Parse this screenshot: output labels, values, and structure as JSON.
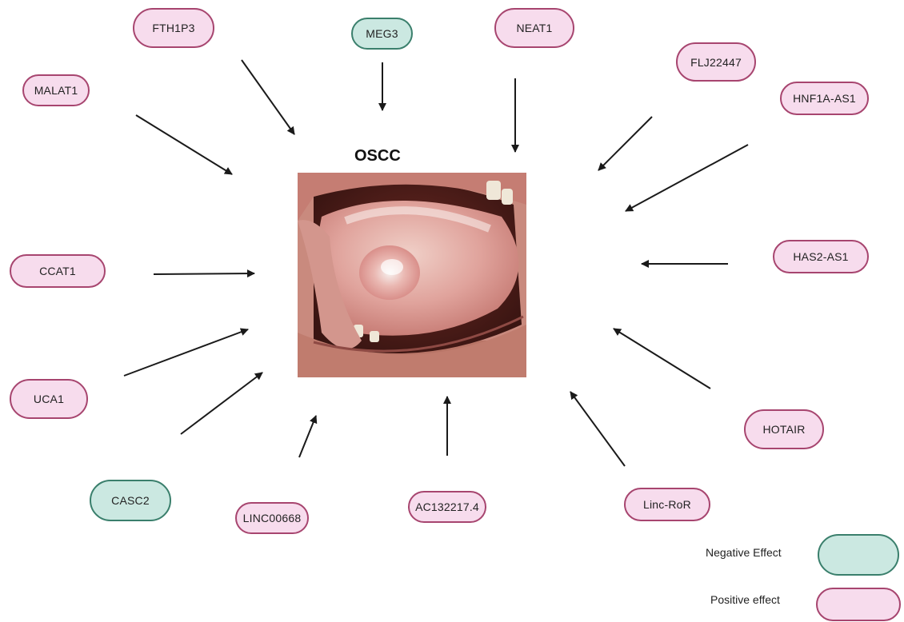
{
  "title": "OSCC",
  "effect_colors": {
    "negative": "#cbe8e1",
    "positive": "#f7dced"
  },
  "nodes": [
    {
      "id": "fth1p3",
      "label": "FTH1P3",
      "effect": "positive"
    },
    {
      "id": "meg3",
      "label": "MEG3",
      "effect": "negative"
    },
    {
      "id": "neat1",
      "label": "NEAT1",
      "effect": "positive"
    },
    {
      "id": "flj22447",
      "label": "FLJ22447",
      "effect": "positive"
    },
    {
      "id": "hnf1a-as1",
      "label": "HNF1A-AS1",
      "effect": "positive"
    },
    {
      "id": "malat1",
      "label": "MALAT1",
      "effect": "positive"
    },
    {
      "id": "has2-as1",
      "label": "HAS2-AS1",
      "effect": "positive"
    },
    {
      "id": "ccat1",
      "label": "CCAT1",
      "effect": "positive"
    },
    {
      "id": "uca1",
      "label": "UCA1",
      "effect": "positive"
    },
    {
      "id": "hotair",
      "label": "HOTAIR",
      "effect": "positive"
    },
    {
      "id": "casc2",
      "label": "CASC2",
      "effect": "negative"
    },
    {
      "id": "linc00668",
      "label": "LINC00668",
      "effect": "positive"
    },
    {
      "id": "ac132217-4",
      "label": "AC132217.4",
      "effect": "positive"
    },
    {
      "id": "linc-ror",
      "label": "Linc-RoR",
      "effect": "positive"
    }
  ],
  "legend": [
    {
      "label": "Negative Effect",
      "effect": "negative"
    },
    {
      "label": "Positive effect",
      "effect": "positive"
    }
  ]
}
